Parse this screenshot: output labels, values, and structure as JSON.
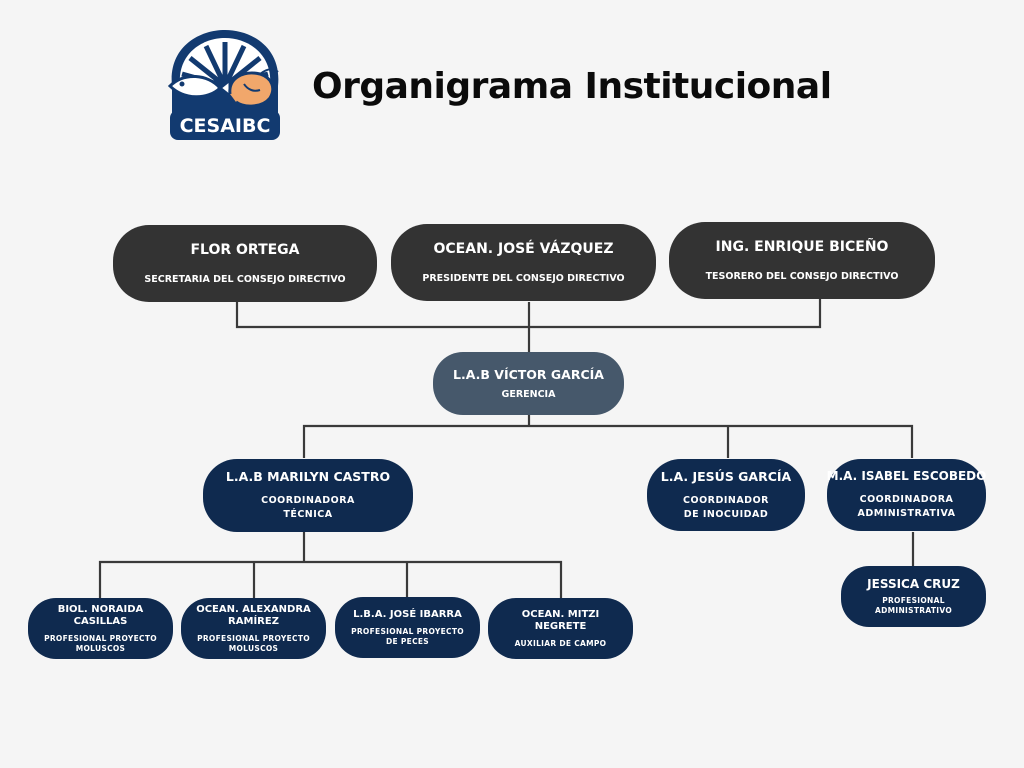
{
  "header": {
    "title": "Organigrama Institucional",
    "logo_text": "CESAIBC"
  },
  "colors": {
    "background": "#f5f5f5",
    "board": "#333333",
    "manager": "#46586b",
    "coordinator": "#0f2a4f",
    "connector": "#3a3a3a",
    "logo_blue": "#123a70"
  },
  "org": {
    "board": [
      {
        "name": "FLOR  ORTEGA",
        "role": "SECRETARIA DEL CONSEJO DIRECTIVO"
      },
      {
        "name": "OCEAN. JOSÉ  VÁZQUEZ",
        "role": "PRESIDENTE  DEL CONSEJO DIRECTIVO"
      },
      {
        "name": "ING. ENRIQUE  BICEÑO",
        "role": "TESORERO DEL CONSEJO DIRECTIVO"
      }
    ],
    "manager": {
      "name": "L.A.B VÍCTOR GARCÍA",
      "role": "GERENCIA"
    },
    "coordinators": [
      {
        "name": "L.A.B MARILYN CASTRO",
        "role": "COORDINADORA\nTÉCNICA"
      },
      {
        "name": "L.A. JESÚS GARCÍA",
        "role": "COORDINADOR\nDE INOCUIDAD"
      },
      {
        "name": "M.A. ISABEL ESCOBEDO",
        "role": "COORDINADORA\nADMINISTRATIVA"
      }
    ],
    "technical_staff": [
      {
        "name": "BIOL. NORAIDA\nCASILLAS",
        "role": "PROFESIONAL PROYECTO\nMOLUSCOS"
      },
      {
        "name": "OCEAN. ALEXANDRA\nRAMÍREZ",
        "role": "PROFESIONAL PROYECTO\nMOLUSCOS"
      },
      {
        "name": "L.B.A. JOSÉ  IBARRA",
        "role": "PROFESIONAL PROYECTO\nDE PECES"
      },
      {
        "name": "OCEAN. MITZI\nNEGRETE",
        "role": "AUXILIAR DE CAMPO"
      }
    ],
    "admin_staff": [
      {
        "name": "JESSICA CRUZ",
        "role": "PROFESIONAL\nADMINISTRATIVO"
      }
    ]
  }
}
